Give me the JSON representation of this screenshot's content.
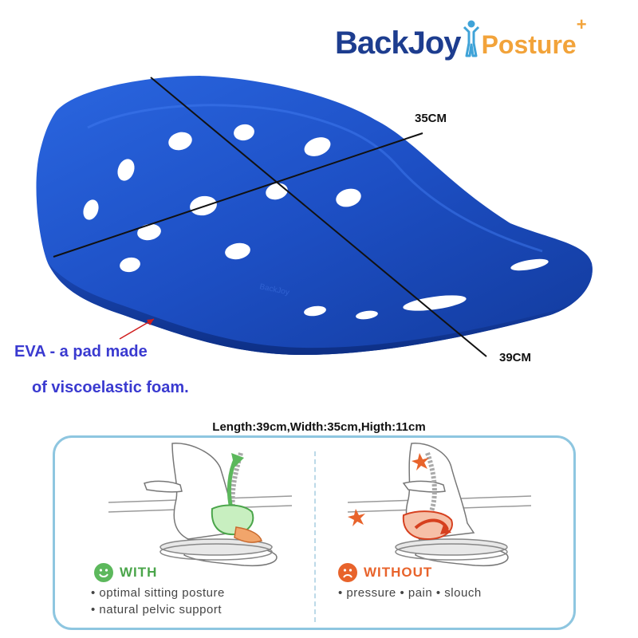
{
  "logo": {
    "brand": "BackJoy",
    "product": "Posture",
    "plus": "+"
  },
  "dimension_labels": {
    "width": "35CM",
    "length": "39CM"
  },
  "material": {
    "line1": "EVA - a pad made",
    "line2": "of viscoelastic foam."
  },
  "dimensions_text": "Length:39cm,Width:35cm,Higth:11cm",
  "comparison": {
    "with": {
      "title": "WITH",
      "bullets": [
        "• optimal sitting posture",
        "• natural pelvic support"
      ]
    },
    "without": {
      "title": "WITHOUT",
      "bullets": [
        "• pressure • pain • slouch"
      ]
    }
  },
  "colors": {
    "seat": "#1d4fc4",
    "brand_blue": "#1d3d8f",
    "brand_orange": "#f2a33a",
    "material_text": "#3a3ad0",
    "with_green": "#5cb85c",
    "without_orange": "#e8632b",
    "panel_border": "#8ec6e0"
  },
  "icons": [
    "backjoy-figure-icon",
    "happy-face-icon",
    "sad-face-icon",
    "pointer-arrow-icon"
  ]
}
